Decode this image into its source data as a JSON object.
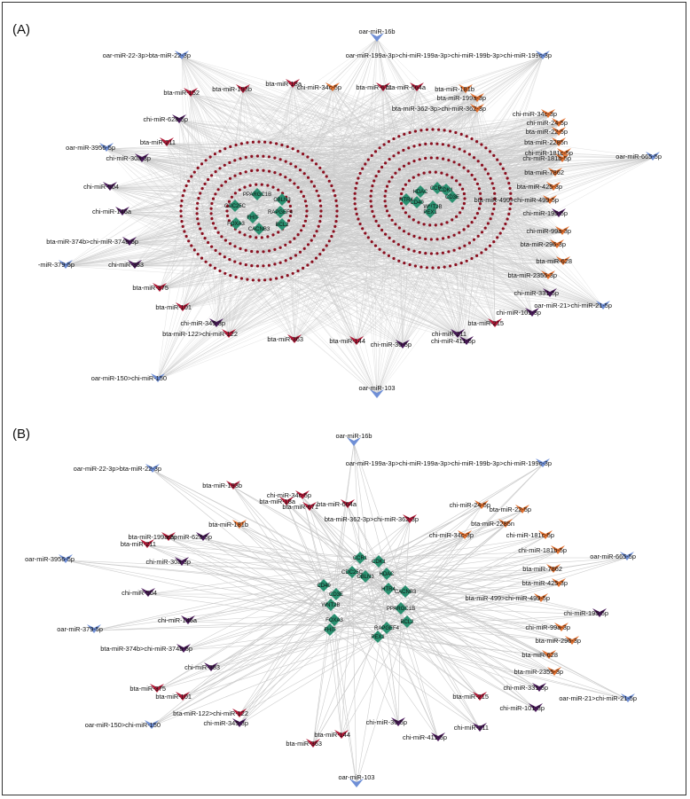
{
  "panels": [
    {
      "label": "(A)",
      "mirnas": [
        {
          "text": "oar-miR-16b",
          "color": "blue"
        },
        {
          "text": "oar-miR-22-3p>bta-miR-22-3p",
          "color": "blue"
        },
        {
          "text": "oar-miR-199a-3p>chi-miR-199a-3p>chi-miR-199b-3p>chi-miR-199c-3p",
          "color": "blue"
        },
        {
          "text": "bta-miR-152",
          "color": "red"
        },
        {
          "text": "bta-miR-193b",
          "color": "red"
        },
        {
          "text": "bta-miR-18a",
          "color": "red"
        },
        {
          "text": "chi-miR-34c-5p",
          "color": "orange"
        },
        {
          "text": "bta-miR-671",
          "color": "red"
        },
        {
          "text": "bta-miR-664a",
          "color": "red"
        },
        {
          "text": "bta-miR-181b",
          "color": "orange"
        },
        {
          "text": "bta-miR-199a-3p",
          "color": "orange"
        },
        {
          "text": "bta-miR-362-3p>chi-miR-362-3p",
          "color": "orange"
        },
        {
          "text": "chi-miR-34c-3p",
          "color": "orange"
        },
        {
          "text": "chi-miR-24-5p",
          "color": "orange"
        },
        {
          "text": "bta-miR-22-5p",
          "color": "orange"
        },
        {
          "text": "bta-miR-2285n",
          "color": "orange"
        },
        {
          "text": "chi-miR-181c-5p",
          "color": "orange"
        },
        {
          "text": "chi-miR-628-5p",
          "color": "purple"
        },
        {
          "text": "oar-miR-3956-5p",
          "color": "blue"
        },
        {
          "text": "bta-miR-211",
          "color": "red"
        },
        {
          "text": "chi-miR-30a-3p",
          "color": "purple"
        },
        {
          "text": "chi-miR-504",
          "color": "purple"
        },
        {
          "text": "chi-miR-146a",
          "color": "purple"
        },
        {
          "text": "bta-miR-374b>chi-miR-374b-5p",
          "color": "purple"
        },
        {
          "text": "-miR-379-5p",
          "color": "blue"
        },
        {
          "text": "chi-miR-383",
          "color": "purple"
        },
        {
          "text": "bta-miR-375",
          "color": "red"
        },
        {
          "text": "bta-miR-101",
          "color": "red"
        },
        {
          "text": "chi-miR-345-3p",
          "color": "purple"
        },
        {
          "text": "bta-miR-122>chi-miR-122",
          "color": "red"
        },
        {
          "text": "bta-miR-363",
          "color": "red"
        },
        {
          "text": "bta-miR-144",
          "color": "red"
        },
        {
          "text": "chi-miR-30-5p",
          "color": "purple"
        },
        {
          "text": "chi-miR-411-5p",
          "color": "purple"
        },
        {
          "text": "chi-miR-211",
          "color": "purple"
        },
        {
          "text": "bta-miR-215",
          "color": "red"
        },
        {
          "text": "chi-miR-101-3p",
          "color": "purple"
        },
        {
          "text": "chi-miR-331-5p",
          "color": "purple"
        },
        {
          "text": "bta-miR-2355-3p",
          "color": "orange"
        },
        {
          "text": "bta-miR-628",
          "color": "orange"
        },
        {
          "text": "bta-miR-296-3p",
          "color": "orange"
        },
        {
          "text": "chi-miR-99a-3p",
          "color": "orange"
        },
        {
          "text": "chi-miR-195-5p",
          "color": "purple"
        },
        {
          "text": "bta-miR-499>chi-miR-499-5p",
          "color": "orange"
        },
        {
          "text": "bta-miR-425-3p",
          "color": "orange"
        },
        {
          "text": "bta-miR-7862",
          "color": "orange"
        },
        {
          "text": "chi-miR-181b-5p",
          "color": "orange"
        },
        {
          "text": "oar-miR-665-5p",
          "color": "blue"
        },
        {
          "text": "oar-miR-21>chi-miR-21-5p",
          "color": "blue"
        },
        {
          "text": "oar-miR-150>chi-miR-150",
          "color": "blue"
        },
        {
          "text": "oar-miR-103",
          "color": "blue"
        }
      ],
      "hub_genes_left": [
        "PPARGC1B",
        "CBLN3",
        "CDC25C",
        "RAPGEF4",
        "FHIT",
        "FOXA3",
        "BCL2",
        "CACNB3"
      ],
      "hub_genes_right": [
        "CCR1",
        "CDK1",
        "HDAC",
        "CD3E",
        "HTR4",
        "CD40",
        "WNT2B",
        "PEX1"
      ]
    },
    {
      "label": "(B)",
      "mirnas": [
        {
          "text": "oar-miR-16b",
          "color": "blue"
        },
        {
          "text": "oar-miR-22-3p>bta-miR-22-3p",
          "color": "blue"
        },
        {
          "text": "oar-miR-199a-3p>chi-miR-199a-3p>chi-miR-199b-3p>chi-miR-199c-3p",
          "color": "blue"
        },
        {
          "text": "bta-miR-193b",
          "color": "red"
        },
        {
          "text": "chi-miR-34c-5p",
          "color": "red"
        },
        {
          "text": "bta-miR-664a",
          "color": "red"
        },
        {
          "text": "bta-miR-362-3p>chi-miR-362-3p",
          "color": "red"
        },
        {
          "text": "bta-miR-18a",
          "color": "red"
        },
        {
          "text": "bta-miR-671",
          "color": "red"
        },
        {
          "text": "chi-miR-34c-3p",
          "color": "orange"
        },
        {
          "text": "chi-miR-24-5p",
          "color": "orange"
        },
        {
          "text": "bta-miR-22-5p",
          "color": "orange"
        },
        {
          "text": "bta-miR-199a-3p",
          "color": "red"
        },
        {
          "text": "bta-miR-181b",
          "color": "orange"
        },
        {
          "text": "bta-miR-2285n",
          "color": "orange"
        },
        {
          "text": "bta-miR-211",
          "color": "red"
        },
        {
          "text": "chi-miR-628-5p",
          "color": "purple"
        },
        {
          "text": "chi-miR-181c-5p",
          "color": "orange"
        },
        {
          "text": "chi-miR-181b-5p",
          "color": "orange"
        },
        {
          "text": "oar-miR-3956-5p",
          "color": "blue"
        },
        {
          "text": "chi-miR-30a-3p",
          "color": "purple"
        },
        {
          "text": "oar-miR-665-5p",
          "color": "blue"
        },
        {
          "text": "bta-miR-7862",
          "color": "orange"
        },
        {
          "text": "chi-miR-504",
          "color": "purple"
        },
        {
          "text": "bta-miR-425-3p",
          "color": "orange"
        },
        {
          "text": "bta-miR-499>chi-miR-499-5p",
          "color": "orange"
        },
        {
          "text": "chi-miR-146a",
          "color": "purple"
        },
        {
          "text": "chi-miR-195-5p",
          "color": "purple"
        },
        {
          "text": "oar-miR-379-5p",
          "color": "blue"
        },
        {
          "text": "chi-miR-99a-3p",
          "color": "orange"
        },
        {
          "text": "bta-miR-374b>chi-miR-374b-5p",
          "color": "purple"
        },
        {
          "text": "bta-miR-296-3p",
          "color": "orange"
        },
        {
          "text": "chi-miR-383",
          "color": "purple"
        },
        {
          "text": "bta-miR-628",
          "color": "orange"
        },
        {
          "text": "bta-miR-375",
          "color": "red"
        },
        {
          "text": "bta-miR-2355-3p",
          "color": "orange"
        },
        {
          "text": "bta-miR-101",
          "color": "red"
        },
        {
          "text": "chi-miR-331-5p",
          "color": "purple"
        },
        {
          "text": "bta-miR-215",
          "color": "red"
        },
        {
          "text": "oar-miR-21>chi-miR-21-5p",
          "color": "blue"
        },
        {
          "text": "bta-miR-122>chi-miR-122",
          "color": "red"
        },
        {
          "text": "chi-miR-101-3p",
          "color": "purple"
        },
        {
          "text": "oar-miR-150>chi-miR-150",
          "color": "blue"
        },
        {
          "text": "chi-miR-345-3p",
          "color": "purple"
        },
        {
          "text": "chi-miR-30-5p",
          "color": "purple"
        },
        {
          "text": "chi-miR-211",
          "color": "purple"
        },
        {
          "text": "bta-miR-144",
          "color": "red"
        },
        {
          "text": "chi-miR-411-5p",
          "color": "purple"
        },
        {
          "text": "bta-miR-363",
          "color": "red"
        },
        {
          "text": "oar-miR-103",
          "color": "blue"
        }
      ],
      "hub_genes": [
        "CCR1",
        "CDK1",
        "CDC25C",
        "HDAC",
        "CBLN3",
        "CD40",
        "WNT2B",
        "CD3E",
        "HTR4",
        "CACNB3",
        "PPARGC1B",
        "FOXA3",
        "FHIT",
        "RAPGEF4",
        "BCL2",
        "PEX1"
      ]
    }
  ],
  "colors": {
    "blue": "#6f8fd6",
    "red": "#b01836",
    "orange": "#e07030",
    "purple": "#4a1a5a",
    "hub": "#2a9070",
    "gene_node": "#8b1020",
    "edge": "#c8c8c8"
  }
}
